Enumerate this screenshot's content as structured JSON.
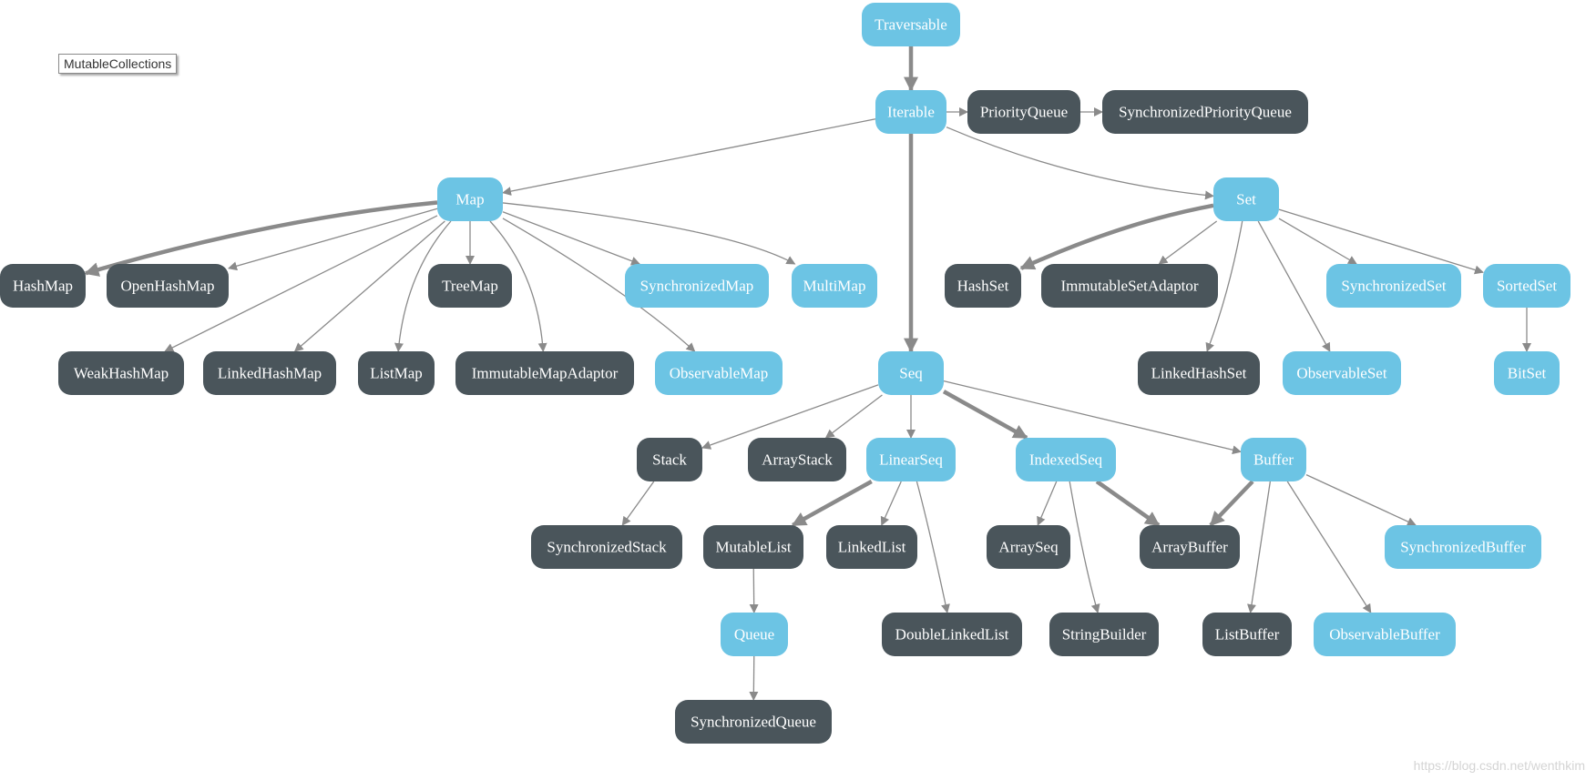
{
  "title": "MutableCollections",
  "watermark": "https://blog.csdn.net/wenthkim",
  "colors": {
    "trait": "#6cc4e4",
    "class": "#4a555b",
    "edge": "#8a8a8a",
    "text": "#ffffff"
  },
  "legend_meaning": {
    "trait": "light blue",
    "class": "dark grey"
  },
  "nodes": [
    {
      "id": "Traversable",
      "label": "Traversable",
      "kind": "trait"
    },
    {
      "id": "Iterable",
      "label": "Iterable",
      "kind": "trait"
    },
    {
      "id": "PriorityQueue",
      "label": "PriorityQueue",
      "kind": "class"
    },
    {
      "id": "SynchronizedPriorityQueue",
      "label": "SynchronizedPriorityQueue",
      "kind": "class"
    },
    {
      "id": "Map",
      "label": "Map",
      "kind": "trait"
    },
    {
      "id": "Set",
      "label": "Set",
      "kind": "trait"
    },
    {
      "id": "Seq",
      "label": "Seq",
      "kind": "trait"
    },
    {
      "id": "HashMap",
      "label": "HashMap",
      "kind": "class"
    },
    {
      "id": "OpenHashMap",
      "label": "OpenHashMap",
      "kind": "class"
    },
    {
      "id": "TreeMap",
      "label": "TreeMap",
      "kind": "class"
    },
    {
      "id": "SynchronizedMap",
      "label": "SynchronizedMap",
      "kind": "trait"
    },
    {
      "id": "MultiMap",
      "label": "MultiMap",
      "kind": "trait"
    },
    {
      "id": "WeakHashMap",
      "label": "WeakHashMap",
      "kind": "class"
    },
    {
      "id": "LinkedHashMap",
      "label": "LinkedHashMap",
      "kind": "class"
    },
    {
      "id": "ListMap",
      "label": "ListMap",
      "kind": "class"
    },
    {
      "id": "ImmutableMapAdaptor",
      "label": "ImmutableMapAdaptor",
      "kind": "class"
    },
    {
      "id": "ObservableMap",
      "label": "ObservableMap",
      "kind": "trait"
    },
    {
      "id": "HashSet",
      "label": "HashSet",
      "kind": "class"
    },
    {
      "id": "ImmutableSetAdaptor",
      "label": "ImmutableSetAdaptor",
      "kind": "class"
    },
    {
      "id": "SynchronizedSet",
      "label": "SynchronizedSet",
      "kind": "trait"
    },
    {
      "id": "SortedSet",
      "label": "SortedSet",
      "kind": "trait"
    },
    {
      "id": "LinkedHashSet",
      "label": "LinkedHashSet",
      "kind": "class"
    },
    {
      "id": "ObservableSet",
      "label": "ObservableSet",
      "kind": "trait"
    },
    {
      "id": "BitSet",
      "label": "BitSet",
      "kind": "trait"
    },
    {
      "id": "Stack",
      "label": "Stack",
      "kind": "class"
    },
    {
      "id": "ArrayStack",
      "label": "ArrayStack",
      "kind": "class"
    },
    {
      "id": "LinearSeq",
      "label": "LinearSeq",
      "kind": "trait"
    },
    {
      "id": "IndexedSeq",
      "label": "IndexedSeq",
      "kind": "trait"
    },
    {
      "id": "Buffer",
      "label": "Buffer",
      "kind": "trait"
    },
    {
      "id": "SynchronizedStack",
      "label": "SynchronizedStack",
      "kind": "class"
    },
    {
      "id": "MutableList",
      "label": "MutableList",
      "kind": "class"
    },
    {
      "id": "LinkedList",
      "label": "LinkedList",
      "kind": "class"
    },
    {
      "id": "ArraySeq",
      "label": "ArraySeq",
      "kind": "class"
    },
    {
      "id": "ArrayBuffer",
      "label": "ArrayBuffer",
      "kind": "class"
    },
    {
      "id": "SynchronizedBuffer",
      "label": "SynchronizedBuffer",
      "kind": "trait"
    },
    {
      "id": "Queue",
      "label": "Queue",
      "kind": "trait"
    },
    {
      "id": "DoubleLinkedList",
      "label": "DoubleLinkedList",
      "kind": "class"
    },
    {
      "id": "StringBuilder",
      "label": "StringBuilder",
      "kind": "class"
    },
    {
      "id": "ListBuffer",
      "label": "ListBuffer",
      "kind": "class"
    },
    {
      "id": "ObservableBuffer",
      "label": "ObservableBuffer",
      "kind": "trait"
    },
    {
      "id": "SynchronizedQueue",
      "label": "SynchronizedQueue",
      "kind": "class"
    }
  ],
  "edges": [
    {
      "from": "Traversable",
      "to": "Iterable",
      "weight": "thick"
    },
    {
      "from": "Iterable",
      "to": "PriorityQueue",
      "weight": "thin"
    },
    {
      "from": "PriorityQueue",
      "to": "SynchronizedPriorityQueue",
      "weight": "thin"
    },
    {
      "from": "Iterable",
      "to": "Map",
      "weight": "thin"
    },
    {
      "from": "Iterable",
      "to": "Set",
      "weight": "thin"
    },
    {
      "from": "Iterable",
      "to": "Seq",
      "weight": "thick"
    },
    {
      "from": "Map",
      "to": "HashMap",
      "weight": "thick"
    },
    {
      "from": "Map",
      "to": "OpenHashMap",
      "weight": "thin"
    },
    {
      "from": "Map",
      "to": "WeakHashMap",
      "weight": "thin"
    },
    {
      "from": "Map",
      "to": "LinkedHashMap",
      "weight": "thin"
    },
    {
      "from": "Map",
      "to": "ListMap",
      "weight": "thin"
    },
    {
      "from": "Map",
      "to": "TreeMap",
      "weight": "thin"
    },
    {
      "from": "Map",
      "to": "ImmutableMapAdaptor",
      "weight": "thin"
    },
    {
      "from": "Map",
      "to": "ObservableMap",
      "weight": "thin"
    },
    {
      "from": "Map",
      "to": "SynchronizedMap",
      "weight": "thin"
    },
    {
      "from": "Map",
      "to": "MultiMap",
      "weight": "thin"
    },
    {
      "from": "Set",
      "to": "HashSet",
      "weight": "thick"
    },
    {
      "from": "Set",
      "to": "ImmutableSetAdaptor",
      "weight": "thin"
    },
    {
      "from": "Set",
      "to": "LinkedHashSet",
      "weight": "thin"
    },
    {
      "from": "Set",
      "to": "ObservableSet",
      "weight": "thin"
    },
    {
      "from": "Set",
      "to": "SynchronizedSet",
      "weight": "thin"
    },
    {
      "from": "Set",
      "to": "SortedSet",
      "weight": "thin"
    },
    {
      "from": "SortedSet",
      "to": "BitSet",
      "weight": "thin"
    },
    {
      "from": "Seq",
      "to": "Stack",
      "weight": "thin"
    },
    {
      "from": "Seq",
      "to": "ArrayStack",
      "weight": "thin"
    },
    {
      "from": "Seq",
      "to": "LinearSeq",
      "weight": "thin"
    },
    {
      "from": "Seq",
      "to": "IndexedSeq",
      "weight": "thick"
    },
    {
      "from": "Seq",
      "to": "Buffer",
      "weight": "thin"
    },
    {
      "from": "Stack",
      "to": "SynchronizedStack",
      "weight": "thin"
    },
    {
      "from": "LinearSeq",
      "to": "MutableList",
      "weight": "thick"
    },
    {
      "from": "LinearSeq",
      "to": "LinkedList",
      "weight": "thin"
    },
    {
      "from": "LinearSeq",
      "to": "DoubleLinkedList",
      "weight": "thin"
    },
    {
      "from": "MutableList",
      "to": "Queue",
      "weight": "thin"
    },
    {
      "from": "Queue",
      "to": "SynchronizedQueue",
      "weight": "thin"
    },
    {
      "from": "IndexedSeq",
      "to": "ArraySeq",
      "weight": "thin"
    },
    {
      "from": "IndexedSeq",
      "to": "StringBuilder",
      "weight": "thin"
    },
    {
      "from": "IndexedSeq",
      "to": "ArrayBuffer",
      "weight": "thick"
    },
    {
      "from": "Buffer",
      "to": "ArrayBuffer",
      "weight": "thick"
    },
    {
      "from": "Buffer",
      "to": "ListBuffer",
      "weight": "thin"
    },
    {
      "from": "Buffer",
      "to": "ObservableBuffer",
      "weight": "thin"
    },
    {
      "from": "Buffer",
      "to": "SynchronizedBuffer",
      "weight": "thin"
    }
  ]
}
